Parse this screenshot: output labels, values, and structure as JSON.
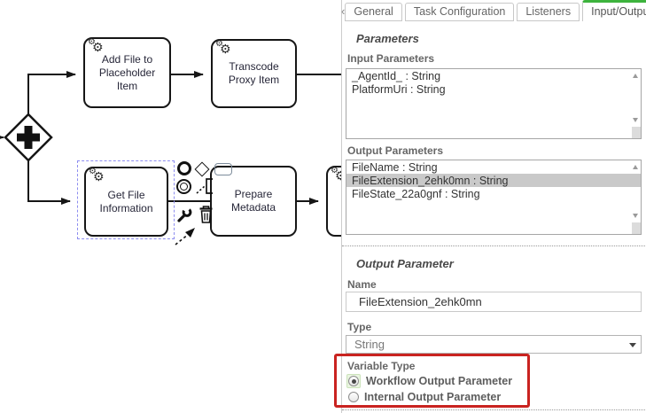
{
  "colors": {
    "accent_green": "#3db33d",
    "annotation_red": "#c92320",
    "list_selection_gray": "#c9c9c9",
    "radio_focus_green_bg": "#eaf5e1"
  },
  "diagram": {
    "gateway": {
      "type": "parallel-gateway-plus"
    },
    "tasks": [
      {
        "label": "Add File to Placeholder Item"
      },
      {
        "label": "Transcode Proxy Item"
      },
      {
        "label": "Get File Information",
        "selected": true
      },
      {
        "label": "Prepare Metadata"
      },
      {
        "label": ""
      }
    ],
    "context_pad_icons": [
      "end-event",
      "gateway",
      "task",
      "intermediate-event",
      "text-annotation",
      "wrench",
      "trash",
      "connect-arrow"
    ]
  },
  "panel": {
    "scroll_left_glyph": "‹",
    "tabs": [
      {
        "label": "General",
        "active": false
      },
      {
        "label": "Task Configuration",
        "active": false
      },
      {
        "label": "Listeners",
        "active": false
      },
      {
        "label": "Input/Output",
        "active": true
      }
    ],
    "parameters_heading": "Parameters",
    "input_parameters": {
      "label": "Input Parameters",
      "items": [
        "_AgentId_ : String",
        "PlatformUri : String"
      ]
    },
    "output_parameters": {
      "label": "Output Parameters",
      "items": [
        "FileName : String",
        "FileExtension_2ehk0mn : String",
        "FileState_22a0gnf : String"
      ],
      "selected_index": 1
    },
    "output_parameter": {
      "heading": "Output Parameter",
      "name_label": "Name",
      "name_value": "FileExtension_2ehk0mn",
      "type_label": "Type",
      "type_value": "String",
      "variable_type_label": "Variable Type",
      "radio_options": [
        {
          "label": "Workflow Output Parameter",
          "checked": true
        },
        {
          "label": "Internal Output Parameter",
          "checked": false
        }
      ]
    }
  }
}
